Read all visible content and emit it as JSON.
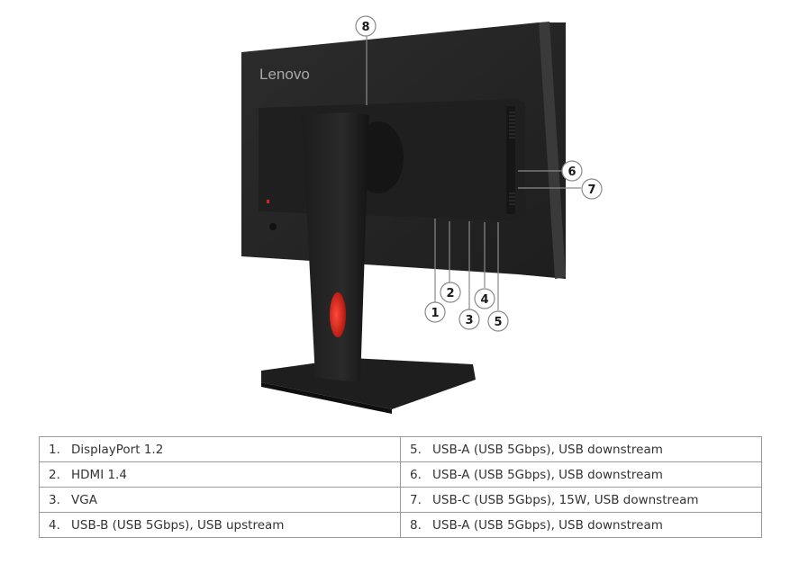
{
  "brand_logo": "Lenovo",
  "callouts": [
    "1",
    "2",
    "3",
    "4",
    "5",
    "6",
    "7",
    "8"
  ],
  "ports": [
    {
      "num": "1.",
      "label": "DisplayPort 1.2"
    },
    {
      "num": "2.",
      "label": "HDMI 1.4"
    },
    {
      "num": "3.",
      "label": "VGA"
    },
    {
      "num": "4.",
      "label": "USB-B (USB 5Gbps), USB upstream"
    },
    {
      "num": "5.",
      "label": "USB-A (USB 5Gbps), USB downstream"
    },
    {
      "num": "6.",
      "label": "USB-A (USB 5Gbps), USB downstream"
    },
    {
      "num": "7.",
      "label": "USB-C (USB 5Gbps), 15W, USB downstream"
    },
    {
      "num": "8.",
      "label": "USB-A (USB 5Gbps), USB downstream"
    }
  ],
  "colors": {
    "cable_hole_accent": "#d9241c",
    "monitor_body": "#262626"
  }
}
